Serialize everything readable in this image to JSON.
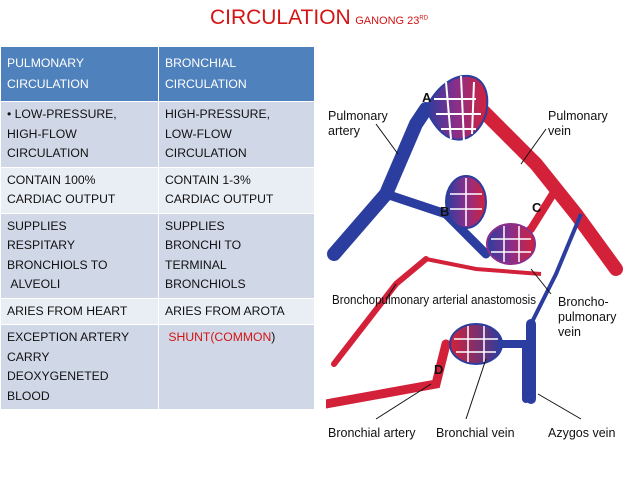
{
  "title": {
    "main": "CIRCULATION",
    "ref": "GANONG 23",
    "ref_sup": "RD"
  },
  "table": {
    "headers": [
      "PULMONARY\nCIRCULATION",
      "BRONCHIAL\nCIRCULATION"
    ],
    "rows": [
      [
        "• LOW-PRESSURE,\nHIGH-FLOW\nCIRCULATION",
        "HIGH-PRESSURE,\nLOW-FLOW\nCIRCULATION"
      ],
      [
        "CONTAIN 100%\nCARDIAC OUTPUT",
        "CONTAIN 1-3%\nCARDIAC OUTPUT"
      ],
      [
        "SUPPLIES\nRESPITARY\nBRONCHIOLS  TO\n ALVEOLI",
        "SUPPLIES\nBRONCHI  TO\nTERMINAL\nBRONCHIOLS"
      ],
      [
        "ARIES FROM HEART",
        "ARIES FROM AROTA"
      ],
      [
        "EXCEPTION ARTERY\nCARRY\nDEOXYGENETED\nBLOOD",
        ""
      ]
    ],
    "shunt_label": "SHUNT(COMMON",
    "shunt_suffix": ")"
  },
  "figure": {
    "letters": [
      "A",
      "B",
      "C",
      "D"
    ],
    "labels": {
      "pulmonary_artery": [
        "Pulmonary",
        "artery"
      ],
      "pulmonary_vein": [
        "Pulmonary",
        "vein"
      ],
      "anastomosis": "Bronchopulmonary arterial anastomosis",
      "bronchopulmonary_vein": [
        "Broncho-",
        "pulmonary",
        "vein"
      ],
      "bronchial_artery": "Bronchial artery",
      "bronchial_vein": "Bronchial vein",
      "azygos_vein": "Azygos vein"
    },
    "colors": {
      "artery": "#d4213a",
      "vein": "#2b3d9e",
      "header_bg": "#4f81bd",
      "row_odd": "#d0d8e8",
      "row_even": "#e9edf4",
      "title": "#d41414"
    }
  }
}
